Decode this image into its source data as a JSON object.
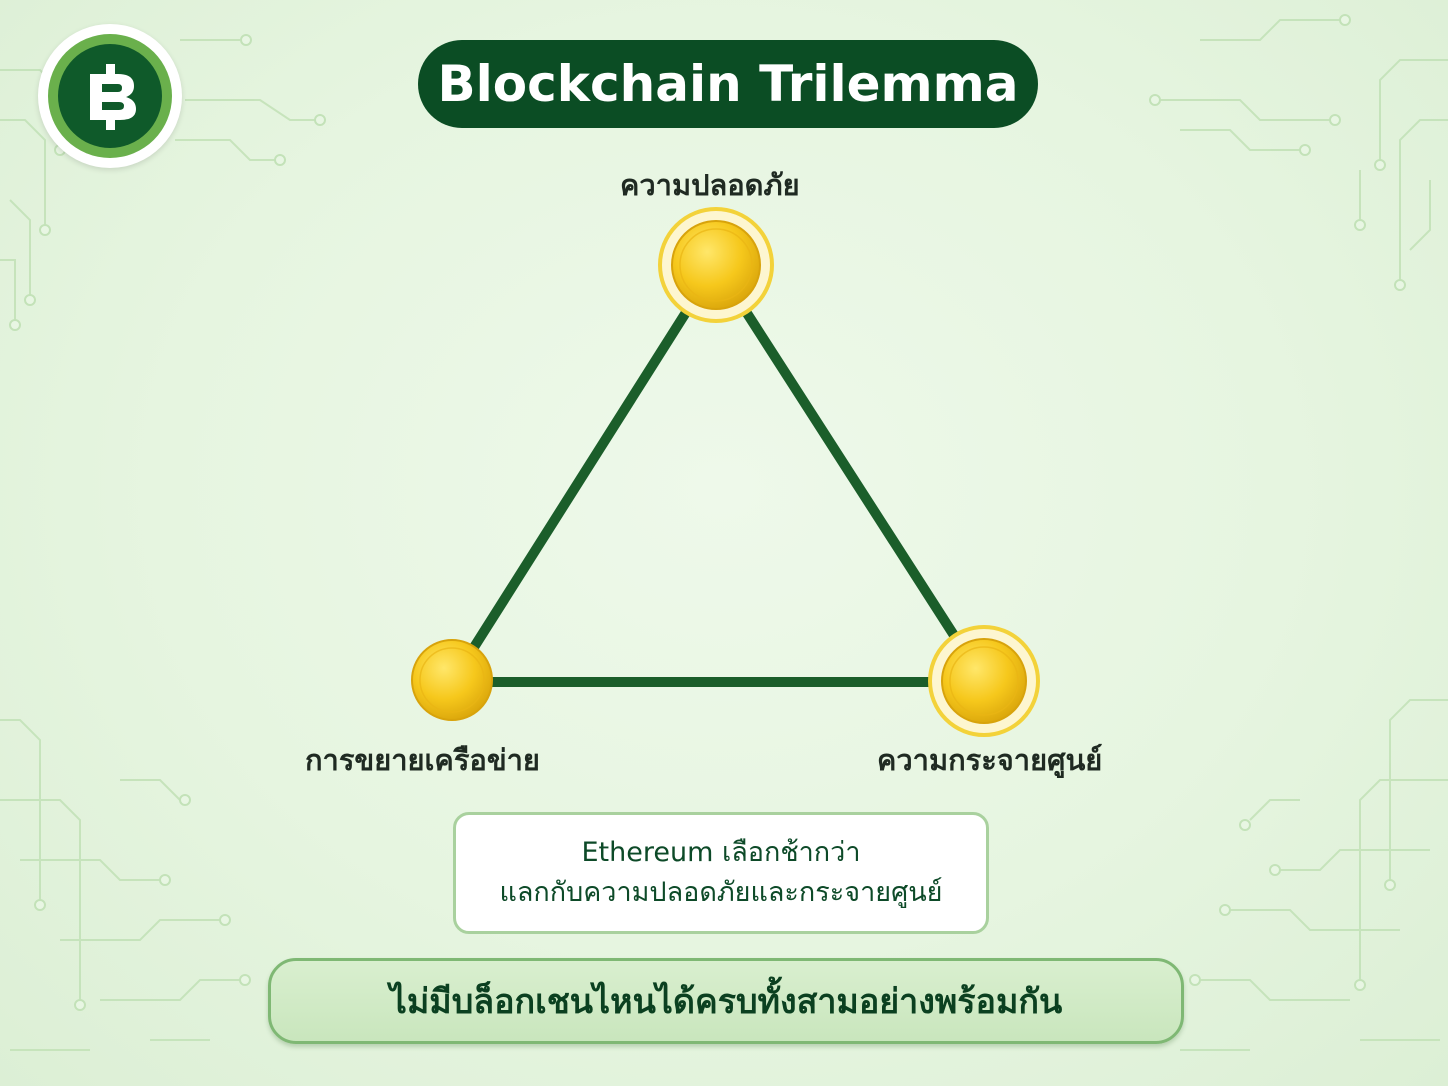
{
  "title": "Blockchain Trilemma",
  "colors": {
    "dark_green": "#0b4d24",
    "line_green": "#1b5e2a",
    "coin_gold": "#f5c518",
    "ring_gold": "#f3d23a",
    "background": "#e4f4de"
  },
  "logo": {
    "icon": "baht-coin-icon"
  },
  "triangle": {
    "top_label": "ความปลอดภัย",
    "left_label": "การขยายเครือข่าย",
    "right_label": "ความกระจายศูนย์"
  },
  "info_box": {
    "line1": "Ethereum เลือกช้ากว่า",
    "line2": "แลกกับความปลอดภัยและกระจายศูนย์"
  },
  "conclusion": "ไม่มีบล็อกเชนไหนได้ครบทั้งสามอย่างพร้อมกัน"
}
